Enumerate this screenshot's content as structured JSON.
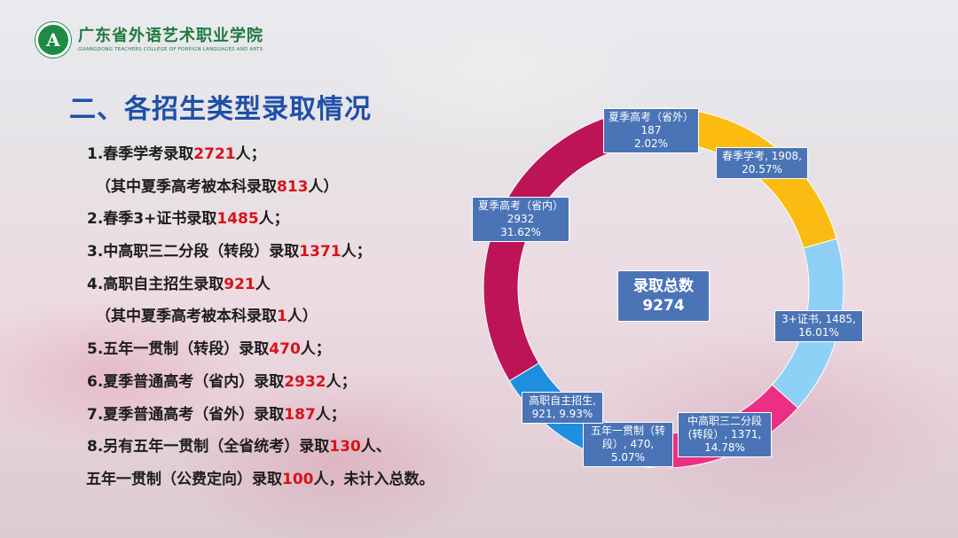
{
  "header": {
    "logo_text": "A",
    "college_cn": "广东省外语艺术职业学院",
    "college_en": "GUANGDONG TEACHERS COLLEGE OF FOREIGN LANGUAGES AND ARTS"
  },
  "title": "二、各招生类型录取情况",
  "list": [
    {
      "pre": "1.春季学考录取",
      "num": "2721",
      "post": "人；"
    },
    {
      "pre": "（其中夏季高考被本科录取",
      "num": "813",
      "post": "人）"
    },
    {
      "pre": "2.春季3+证书录取",
      "num": "1485",
      "post": "人；"
    },
    {
      "pre": "3.中高职三二分段（转段）录取",
      "num": "1371",
      "post": "人；"
    },
    {
      "pre": "4.高职自主招生录取",
      "num": "921",
      "post": "人"
    },
    {
      "pre": "（其中夏季高考被本科录取",
      "num": "1",
      "post": "人）"
    },
    {
      "pre": "5.五年一贯制（转段）录取",
      "num": "470",
      "post": "人；"
    },
    {
      "pre": "6.夏季普通高考（省内）录取",
      "num": "2932",
      "post": "人；"
    },
    {
      "pre": "7.夏季普通高考（省外）录取",
      "num": "187",
      "post": "人；"
    },
    {
      "pre": "8.另有五年一贯制（全省统考）录取",
      "num": "130",
      "post": "人、"
    },
    {
      "pre": "五年一贯制（公费定向）录取",
      "num": "100",
      "post": "人，未计入总数。"
    }
  ],
  "center": {
    "label": "录取总数",
    "total": "9274"
  },
  "chart_data": {
    "type": "pie",
    "style": "donut",
    "title": "",
    "categories": [
      "春季学考",
      "3+证书",
      "中高职三二分段(转段)",
      "五年一贯制(转段)",
      "高职自主招生",
      "夏季高考（省内）",
      "夏季高考（省外）"
    ],
    "values": [
      1908,
      1485,
      1371,
      470,
      921,
      2932,
      187
    ],
    "percents": [
      "20.57%",
      "16.01%",
      "14.78%",
      "5.07%",
      "9.93%",
      "31.62%",
      "2.02%"
    ],
    "colors": [
      "#fbbb10",
      "#8fd0f7",
      "#ec2f83",
      "#8bbf3a",
      "#1e8fe0",
      "#bd1458",
      "#5a8ed2"
    ],
    "labels": [
      {
        "line1": "春季学考, 1908,",
        "line2": "20.57%"
      },
      {
        "line1": "3+证书, 1485,",
        "line2": "16.01%"
      },
      {
        "line1": "中高职三二分段",
        "line2": "(转段）, 1371,",
        "line3": "14.78%"
      },
      {
        "line1": "五年一贯制（转",
        "line2": "段）, 470,",
        "line3": "5.07%"
      },
      {
        "line1": "高职自主招生,",
        "line2": "921, 9.93%"
      },
      {
        "line1": "夏季高考（省内）",
        "line2": "2932",
        "line3": "31.62%"
      },
      {
        "line1": "夏季高考（省外）",
        "line2": "187",
        "line3": "2.02%"
      }
    ]
  }
}
